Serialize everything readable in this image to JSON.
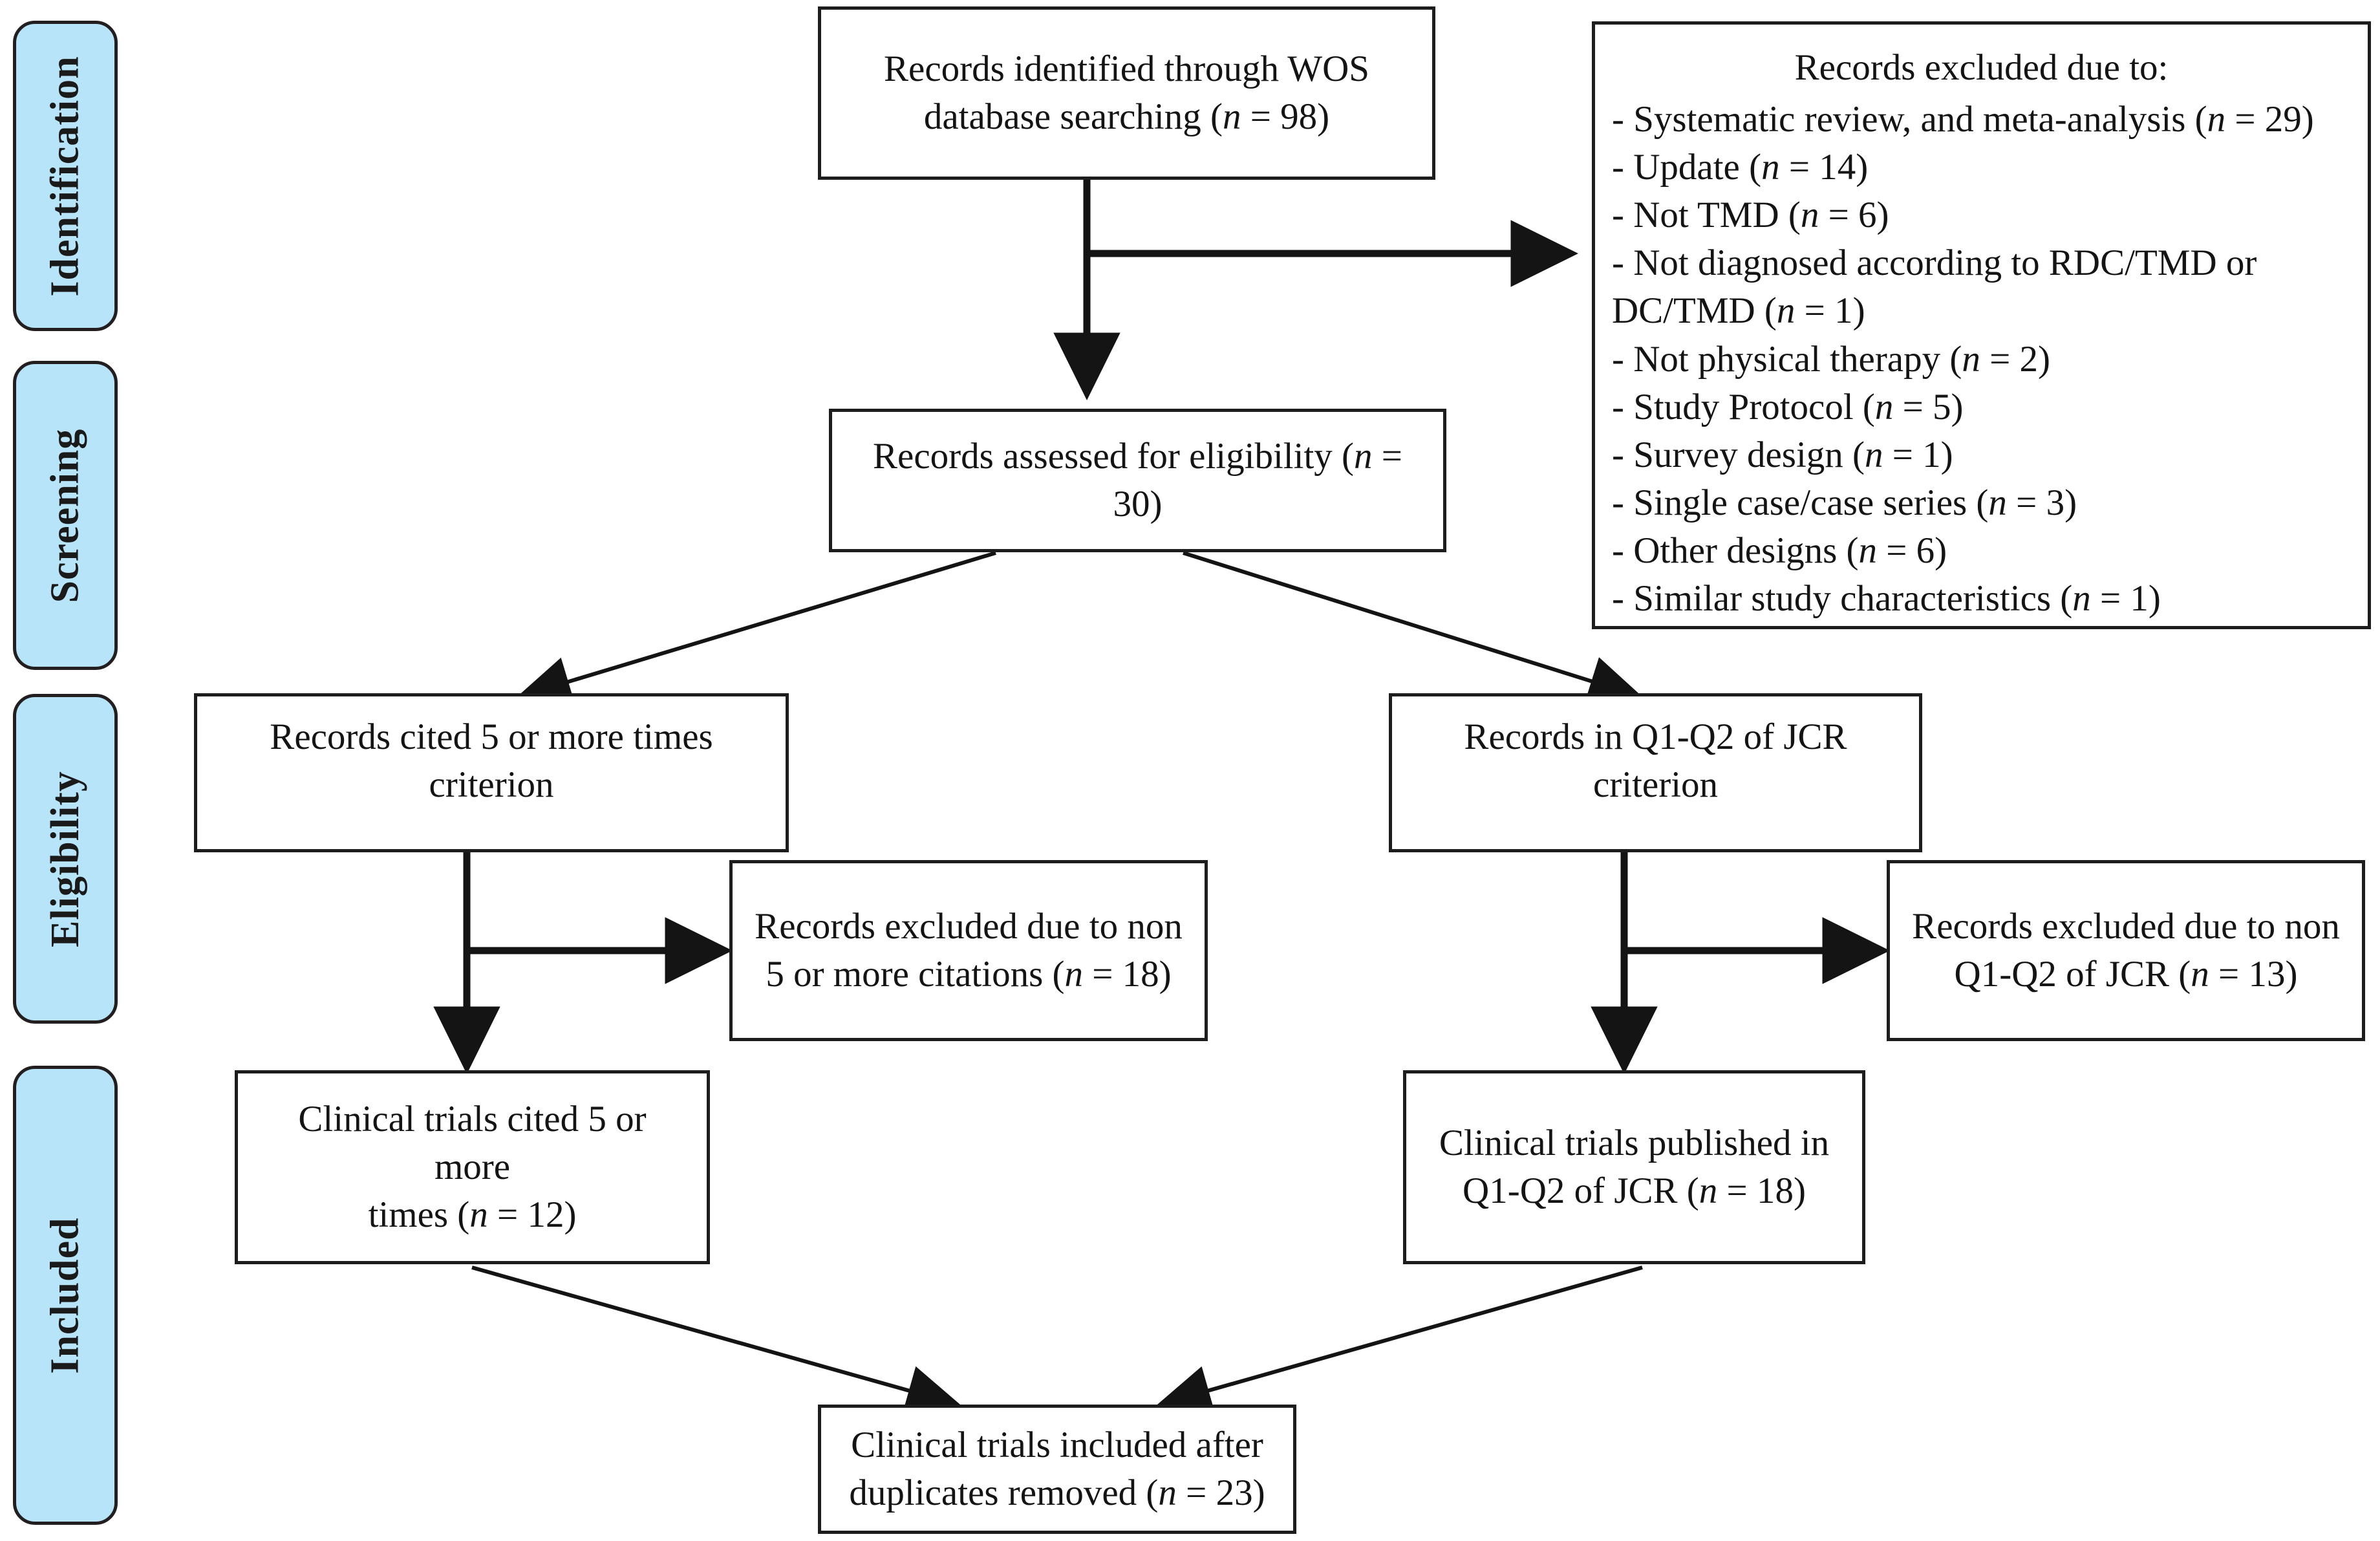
{
  "diagram": {
    "type": "prisma-flow-diagram",
    "accent_color": "#b7e4f9",
    "border_color": "#1d1d1d",
    "background": "#ffffff"
  },
  "phases": [
    {
      "id": "identification",
      "label": "Identification"
    },
    {
      "id": "screening",
      "label": "Screening"
    },
    {
      "id": "eligibility",
      "label": "Eligibility"
    },
    {
      "id": "included",
      "label": "Included"
    }
  ],
  "boxes": {
    "identified": {
      "line1": "Records identified through WOS",
      "line2_pre": "database searching (",
      "line2_n": "n",
      "line2_post": " = 98)"
    },
    "assessed": {
      "pre": "Records assessed for eligibility (",
      "n": "n",
      "post": " = 30)"
    },
    "cited_criterion": {
      "text": "Records cited 5 or more times criterion"
    },
    "jcr_criterion": {
      "text": "Records in Q1-Q2 of JCR criterion"
    },
    "excluded_citations": {
      "line1": "Records excluded due to non",
      "line2_pre": "5 or more citations (",
      "line2_n": "n",
      "line2_post": " = 18)"
    },
    "excluded_jcr": {
      "line1": "Records excluded due to non",
      "line2_pre": "Q1-Q2 of JCR (",
      "line2_n": "n",
      "line2_post": " = 13)"
    },
    "trials_cited": {
      "line1": "Clinical trials cited 5 or more",
      "line2_pre": "times (",
      "line2_n": "n",
      "line2_post": " = 12)"
    },
    "trials_jcr": {
      "line1": "Clinical trials published in",
      "line2_pre": "Q1-Q2 of JCR (",
      "line2_n": "n",
      "line2_post": " = 18)"
    },
    "included_final": {
      "line1": "Clinical trials included after",
      "line2_pre": "duplicates removed (",
      "line2_n": "n",
      "line2_post": " = 23)"
    }
  },
  "exclusions": {
    "title": "Records excluded due to:",
    "items": [
      {
        "label": "- Systematic review, and meta-analysis (",
        "n": "n",
        "value": " = 29)"
      },
      {
        "label": "- Update (",
        "n": "n",
        "value": " = 14)"
      },
      {
        "label": "- Not TMD (",
        "n": "n",
        "value": " = 6)"
      },
      {
        "label": "- Not diagnosed according to RDC/TMD or DC/TMD (",
        "n": "n",
        "value": " = 1)"
      },
      {
        "label": "- Not physical therapy (",
        "n": "n",
        "value": " = 2)"
      },
      {
        "label": "- Study Protocol (",
        "n": "n",
        "value": " = 5)"
      },
      {
        "label": "- Survey design (",
        "n": "n",
        "value": " = 1)"
      },
      {
        "label": "- Single case/case series (",
        "n": "n",
        "value": " = 3)"
      },
      {
        "label": "- Other designs (",
        "n": "n",
        "value": " = 6)"
      },
      {
        "label": "- Similar study characteristics (",
        "n": "n",
        "value": " = 1)"
      }
    ]
  }
}
